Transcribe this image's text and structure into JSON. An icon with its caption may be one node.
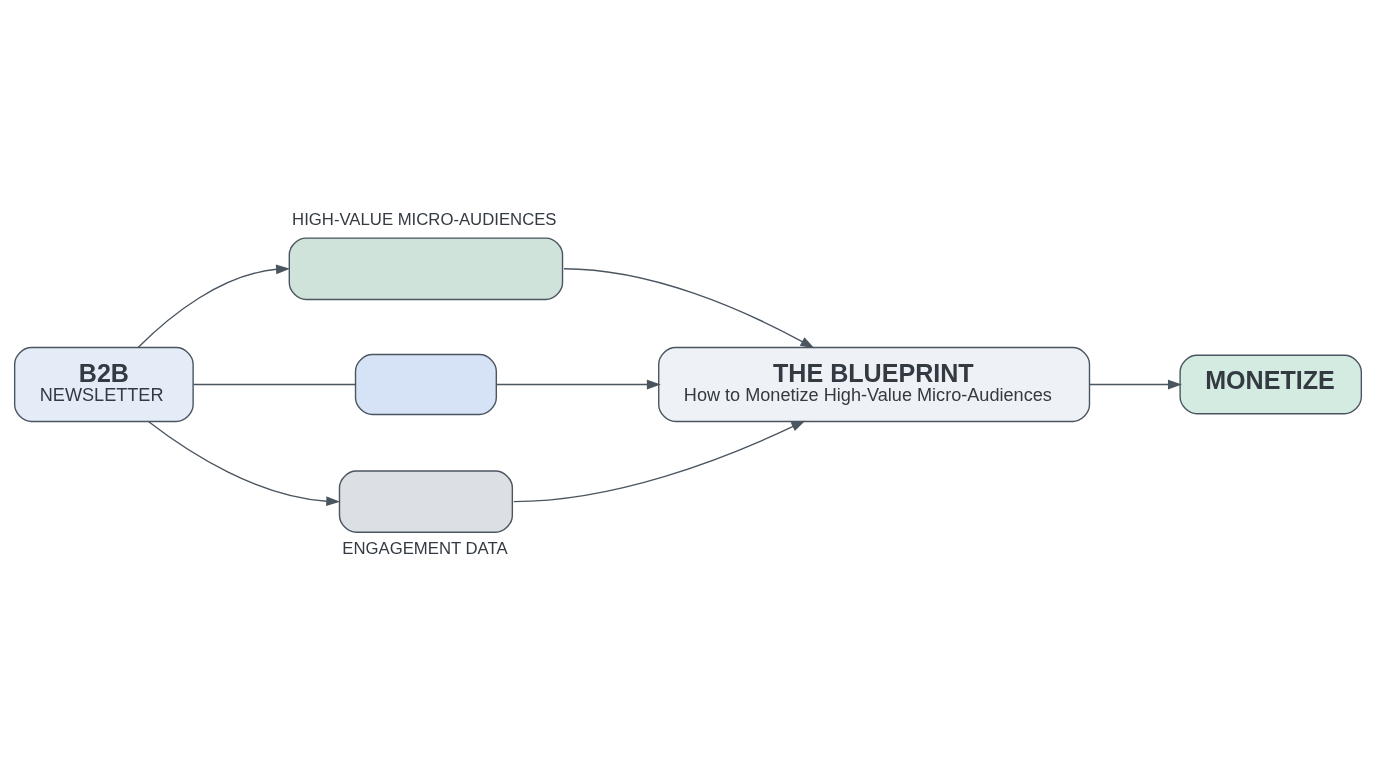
{
  "diagram": {
    "nodes": [
      {
        "text": [
          "B2B",
          "NEWSLETTER"
        ]
      },
      {
        "text": [],
        "shape": "box",
        "beside": [
          "HIGH-VALUE MICRO-AUDIENCES"
        ]
      },
      {
        "text": [],
        "shape": "box"
      },
      {
        "text": [],
        "shape": "box",
        "beside": [
          "ENGAGEMENT DATA"
        ]
      },
      {
        "text": [
          "THE BLUEPRINT",
          "How to Monetize High-Value Micro-Audiences"
        ]
      },
      {
        "text": [
          "MONETIZE"
        ]
      }
    ],
    "edges": [
      {
        "from": 0,
        "to": 1,
        "arrow": "to"
      },
      {
        "from": 0,
        "to": 2,
        "arrow": "none"
      },
      {
        "from": 0,
        "to": 3,
        "arrow": "to"
      },
      {
        "from": 1,
        "to": 4,
        "arrow": "to"
      },
      {
        "from": 2,
        "to": 4,
        "arrow": "to"
      },
      {
        "from": 3,
        "to": 4,
        "arrow": "to"
      },
      {
        "from": 4,
        "to": 5,
        "arrow": "to"
      }
    ]
  }
}
